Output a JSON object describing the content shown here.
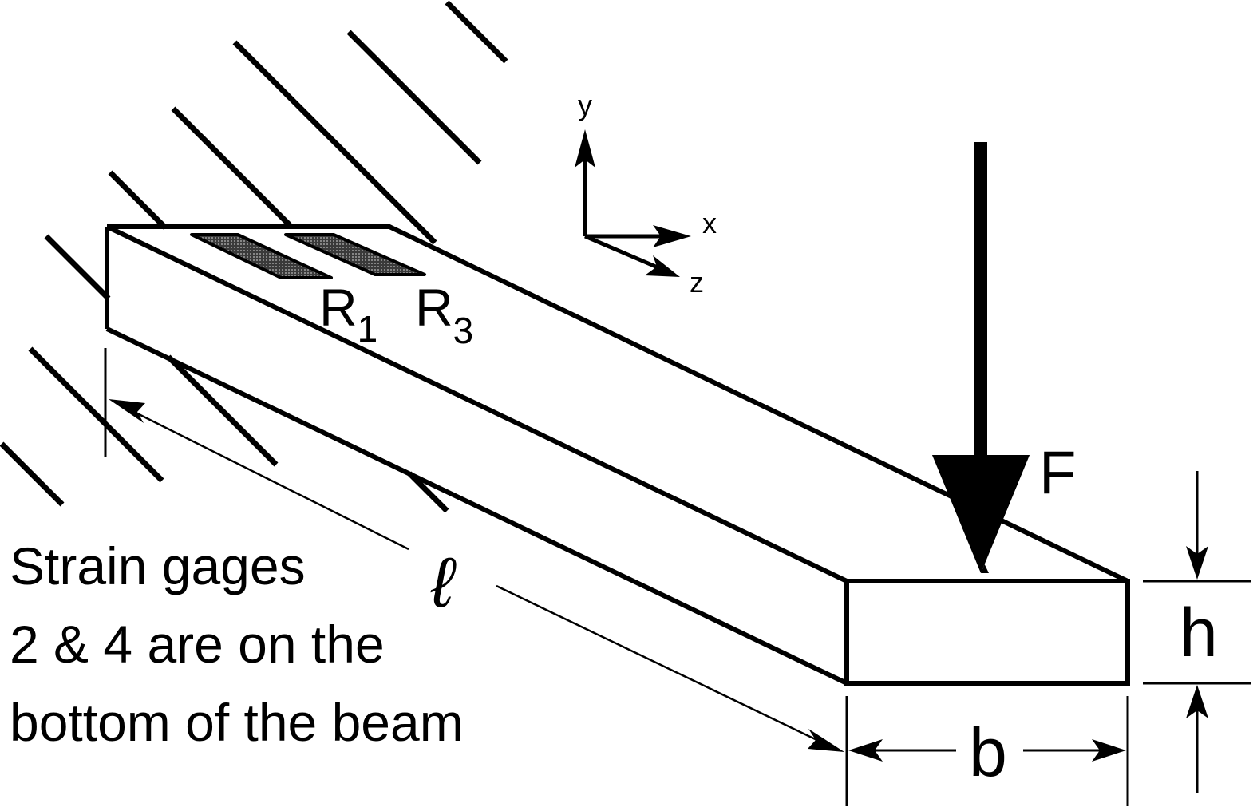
{
  "axes": {
    "y": "y",
    "x": "x",
    "z": "z"
  },
  "gages": [
    {
      "letter": "R",
      "sub": "1"
    },
    {
      "letter": "R",
      "sub": "3"
    }
  ],
  "force_label": "F",
  "length_label": "ℓ",
  "height_label": "h",
  "width_label": "b",
  "note_lines": [
    "Strain gages",
    "2 & 4 are on the",
    "bottom of the beam"
  ],
  "colors": {
    "ink": "#000000",
    "gage_fill": "#4a4a4a"
  }
}
